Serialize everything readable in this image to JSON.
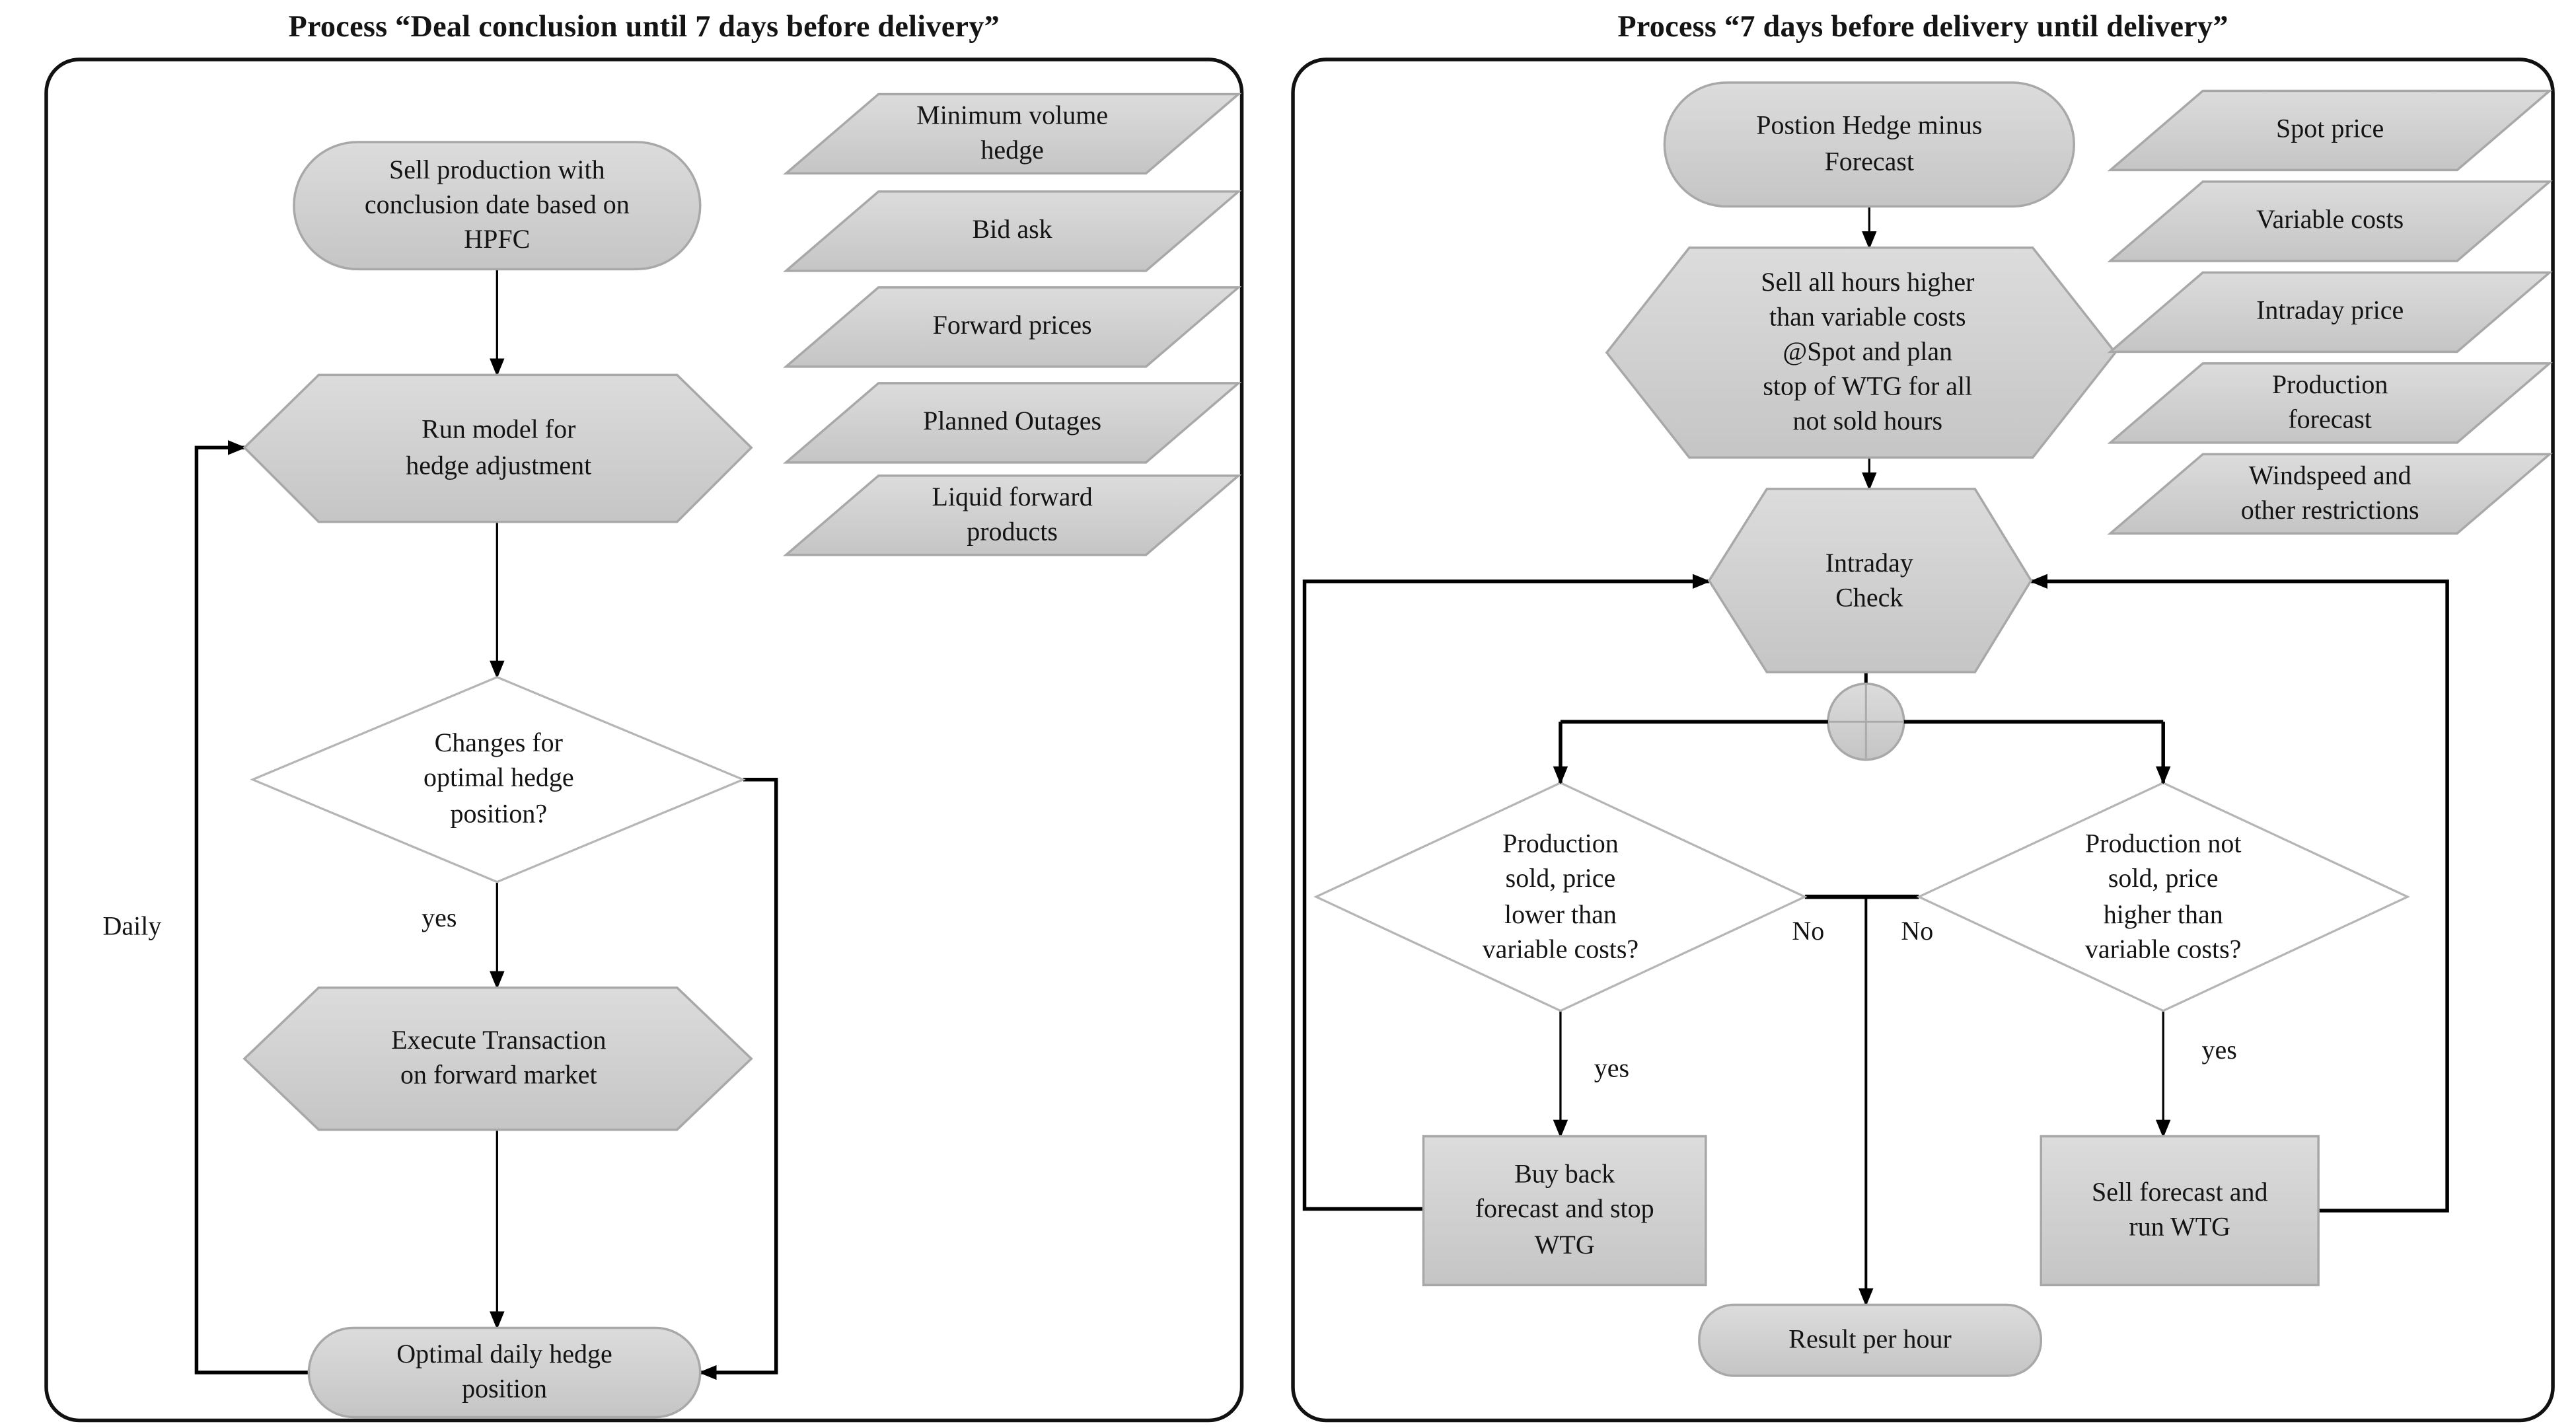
{
  "colors": {
    "shape_fill_top": "#dcdcdc",
    "shape_fill_bottom": "#c5c5c5",
    "shape_border": "#a8a8a8",
    "diamond_fill": "#ffffff",
    "diamond_border": "#b5b5b5",
    "connector": "#000000",
    "panel_border": "#111111",
    "text": "#141414"
  },
  "left_panel": {
    "title": "Process “Deal conclusion until 7 days before delivery”",
    "nodes": {
      "start": "Sell production with\nconclusion date based on\nHPFC",
      "run_model": "Run model for\nhedge adjustment",
      "decision": "Changes for\noptimal hedge\nposition?",
      "execute": "Execute Transaction\non forward market",
      "optimal": "Optimal daily hedge\nposition"
    },
    "inputs": [
      "Minimum volume\nhedge",
      "Bid ask",
      "Forward prices",
      "Planned Outages",
      "Liquid forward\nproducts"
    ],
    "labels": {
      "daily": "Daily",
      "yes": "yes"
    }
  },
  "right_panel": {
    "title": "Process “7 days before delivery until delivery”",
    "nodes": {
      "start": "Postion Hedge minus\nForecast",
      "sell_all": "Sell all hours higher\nthan variable costs\n@Spot and plan\nstop of WTG for all\nnot sold hours",
      "intraday_check": "Intraday\nCheck",
      "decision_sold": "Production\nsold, price\nlower than\nvariable costs?",
      "decision_not_sold": "Production not\nsold, price\nhigher than\nvariable costs?",
      "buy_back": "Buy back\nforecast and stop\nWTG",
      "sell_forecast": "Sell forecast and\nrun WTG",
      "result": "Result per hour"
    },
    "inputs": [
      "Spot price",
      "Variable costs",
      "Intraday price",
      "Production\nforecast",
      "Windspeed and\nother restrictions"
    ],
    "labels": {
      "no_left": "No",
      "no_right": "No",
      "yes_left": "yes",
      "yes_right": "yes"
    }
  }
}
